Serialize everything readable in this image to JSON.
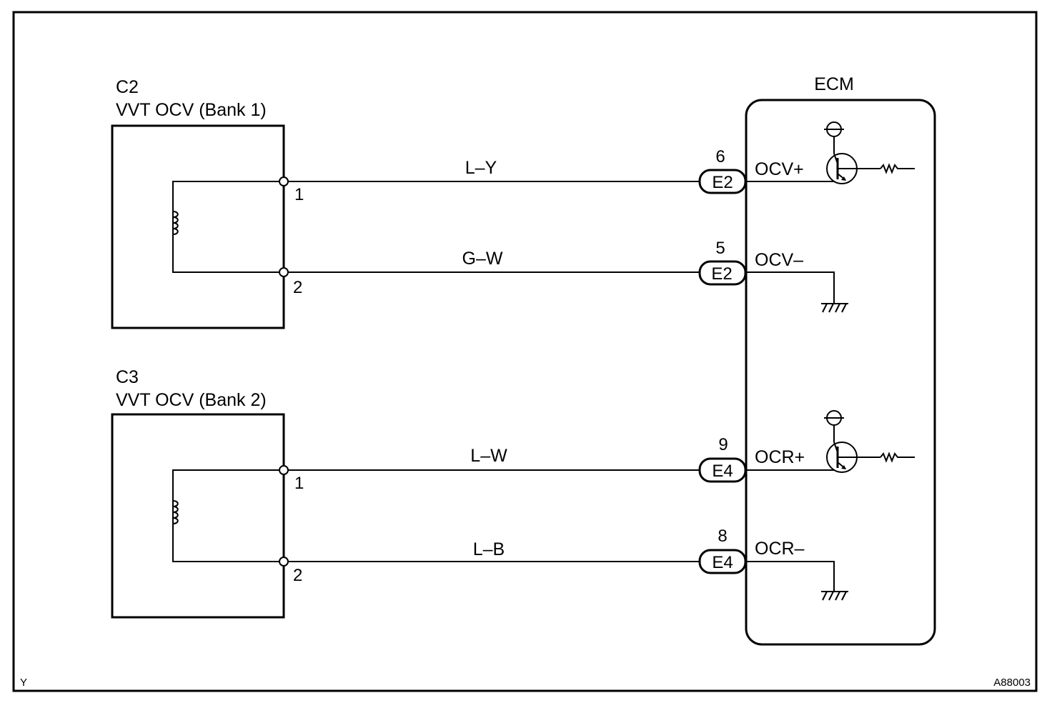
{
  "frame": {
    "corner_left": "Y",
    "corner_right": "A88003"
  },
  "components": {
    "c2": {
      "code": "C2",
      "name": "VVT OCV (Bank 1)"
    },
    "c3": {
      "code": "C3",
      "name": "VVT OCV (Bank 2)"
    },
    "ecm": {
      "name": "ECM"
    }
  },
  "circuits": [
    {
      "device_pin": "1",
      "wire": "L–Y",
      "ecm_pin": "6",
      "connector": "E2",
      "terminal": "OCV+"
    },
    {
      "device_pin": "2",
      "wire": "G–W",
      "ecm_pin": "5",
      "connector": "E2",
      "terminal": "OCV–"
    },
    {
      "device_pin": "1",
      "wire": "L–W",
      "ecm_pin": "9",
      "connector": "E4",
      "terminal": "OCR+"
    },
    {
      "device_pin": "2",
      "wire": "L–B",
      "ecm_pin": "8",
      "connector": "E4",
      "terminal": "OCR–"
    }
  ]
}
